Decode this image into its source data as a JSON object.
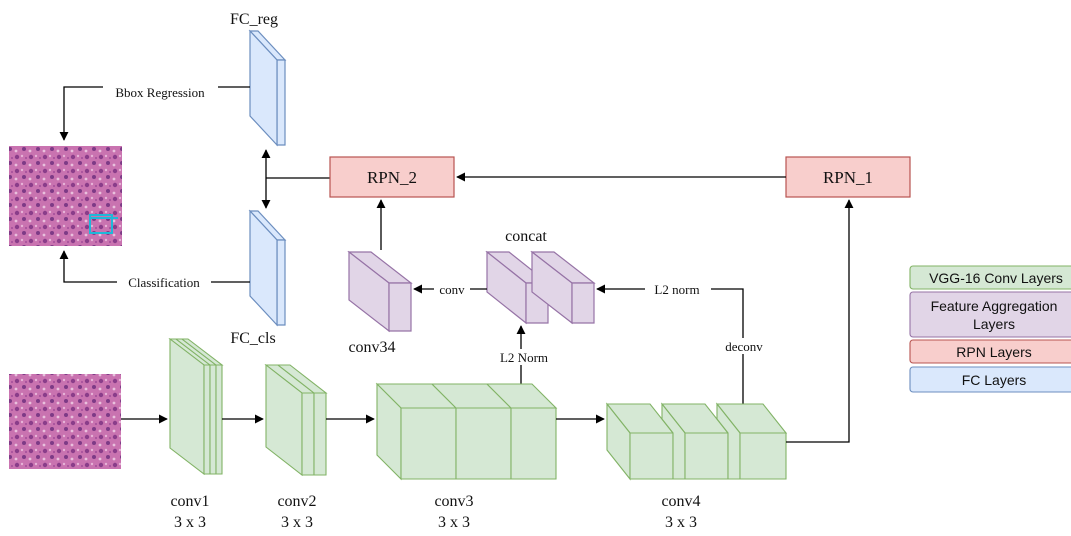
{
  "labels": {
    "fc_reg": "FC_reg",
    "fc_cls": "FC_cls",
    "bbox_regression": "Bbox Regression",
    "classification": "Classification",
    "rpn_2": "RPN_2",
    "rpn_1": "RPN_1",
    "concat": "concat",
    "conv_edge": "conv",
    "l2_norm_lower": "L2 norm",
    "l2_norm_upper": "L2 Norm",
    "deconv": "deconv",
    "conv34": "conv34",
    "conv1": "conv1",
    "conv2": "conv2",
    "conv3": "conv3",
    "conv4": "conv4",
    "kernel": "3 x 3"
  },
  "legend": {
    "vgg": "VGG-16 Conv Layers",
    "feat_line1": "Feature Aggregation",
    "feat_line2": "Layers",
    "rpn": "RPN Layers",
    "fc": "FC Layers"
  },
  "colors": {
    "green_fill": "#d5e8d4",
    "green_stroke": "#82b366",
    "purple_fill": "#e1d5e7",
    "purple_stroke": "#9673a6",
    "red_fill": "#f8cecc",
    "red_stroke": "#b85450",
    "blue_fill": "#dae8fc",
    "blue_stroke": "#6c8ebf",
    "tissue": "#c86aa8"
  }
}
